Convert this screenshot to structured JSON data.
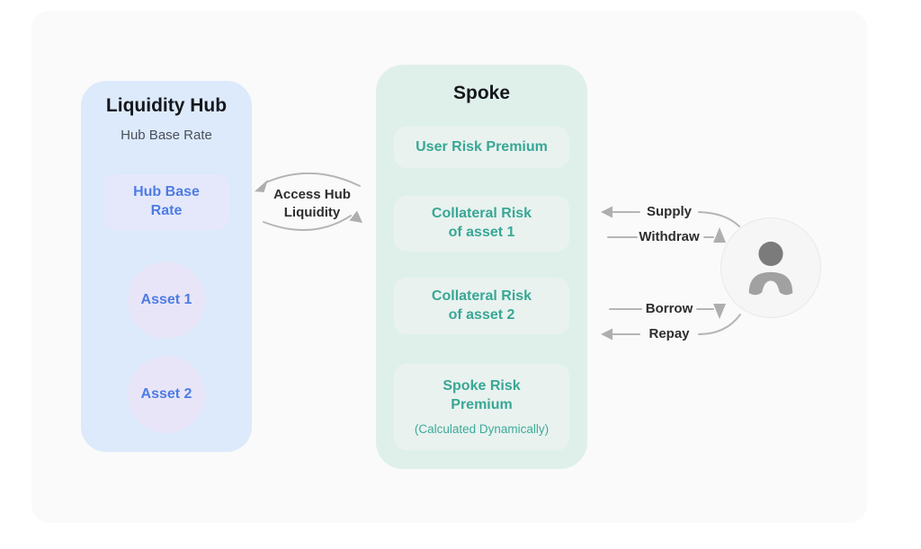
{
  "canvas": {
    "page_background": "#ffffff",
    "background": "#fafafa"
  },
  "hub": {
    "title": "Liquidity Hub",
    "subtitle": "Hub Base Rate",
    "panel_color": "#dceafb",
    "text_color": "#4d7ce3",
    "base_rate_box": {
      "line1": "Hub Base",
      "line2": "Rate",
      "background": "#e5e8fb"
    },
    "asset1": {
      "label": "Asset 1",
      "background": "#e8e5f8"
    },
    "asset2": {
      "label": "Asset 2",
      "background": "#e8e5f8"
    }
  },
  "access_arrows": {
    "line1": "Access Hub",
    "line2": "Liquidity",
    "arrow_color": "#b5b5b5"
  },
  "spoke": {
    "title": "Spoke",
    "panel_color": "#dff0eb",
    "box_color": "#e9f2ef",
    "text_color": "#38a795",
    "user_risk_premium": {
      "line1": "User Risk Premium"
    },
    "collateral_risk_1": {
      "line1": "Collateral Risk",
      "line2": "of asset 1"
    },
    "collateral_risk_2": {
      "line1": "Collateral Risk",
      "line2": "of asset 2"
    },
    "spoke_risk_premium": {
      "line1": "Spoke Risk",
      "line2": "Premium",
      "note": "(Calculated Dynamically)"
    }
  },
  "actions": {
    "supply": "Supply",
    "withdraw": "Withdraw",
    "borrow": "Borrow",
    "repay": "Repay",
    "arrow_color": "#b5b5b5",
    "label_color": "#2e2e2e"
  },
  "user": {
    "icon": "person-icon",
    "circle_color": "#f6f6f6",
    "head_color": "#7b7b7b",
    "body_color": "#a1a1a1"
  }
}
